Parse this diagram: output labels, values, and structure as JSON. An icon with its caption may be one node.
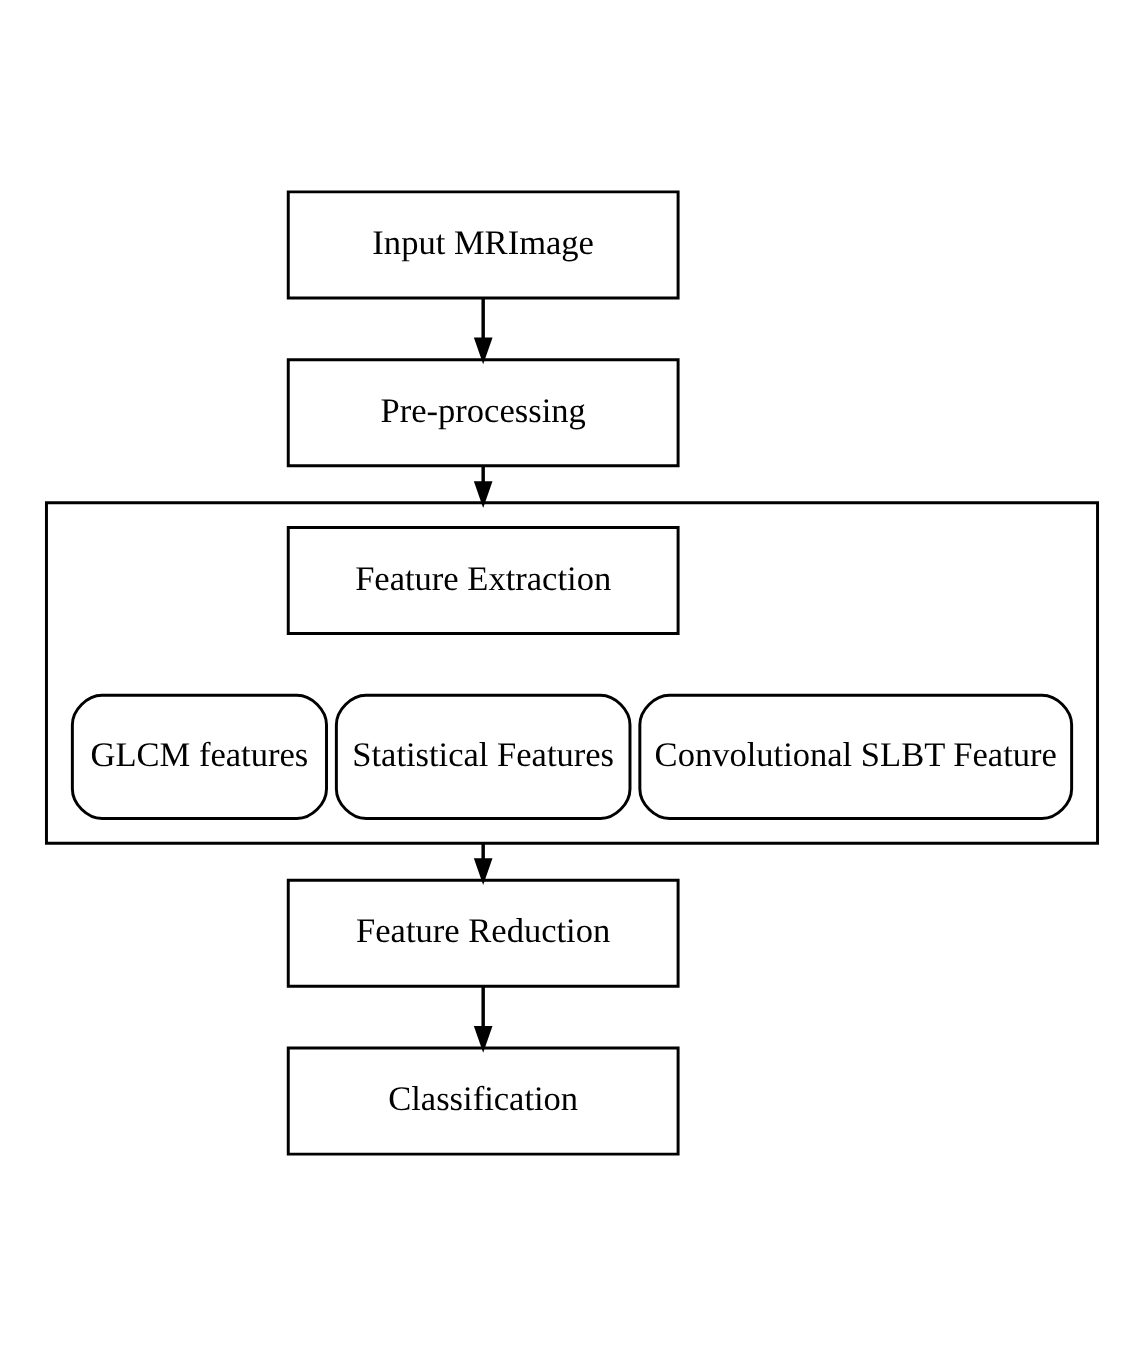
{
  "diagram": {
    "nodes": [
      {
        "text": [
          "Input MRImage"
        ]
      },
      {
        "text": [
          "Pre-processing"
        ]
      },
      {
        "text": [],
        "shape": "box"
      },
      {
        "text": [
          "Feature Extraction"
        ],
        "in": 2
      },
      {
        "text": [
          "GLCM features"
        ],
        "in": 2
      },
      {
        "text": [
          "Statistical Features"
        ],
        "in": 2
      },
      {
        "text": [
          "Convolutional SLBT Feature"
        ],
        "in": 2
      },
      {
        "text": [
          "Feature Reduction"
        ]
      },
      {
        "text": [
          "Classification"
        ]
      }
    ],
    "edges": [
      {
        "from": 0,
        "to": 1,
        "arrow": "to"
      },
      {
        "from": 1,
        "to": 2,
        "arrow": "to"
      },
      {
        "from": 2,
        "to": 7,
        "arrow": "to"
      },
      {
        "from": 7,
        "to": 8,
        "arrow": "to"
      }
    ]
  }
}
